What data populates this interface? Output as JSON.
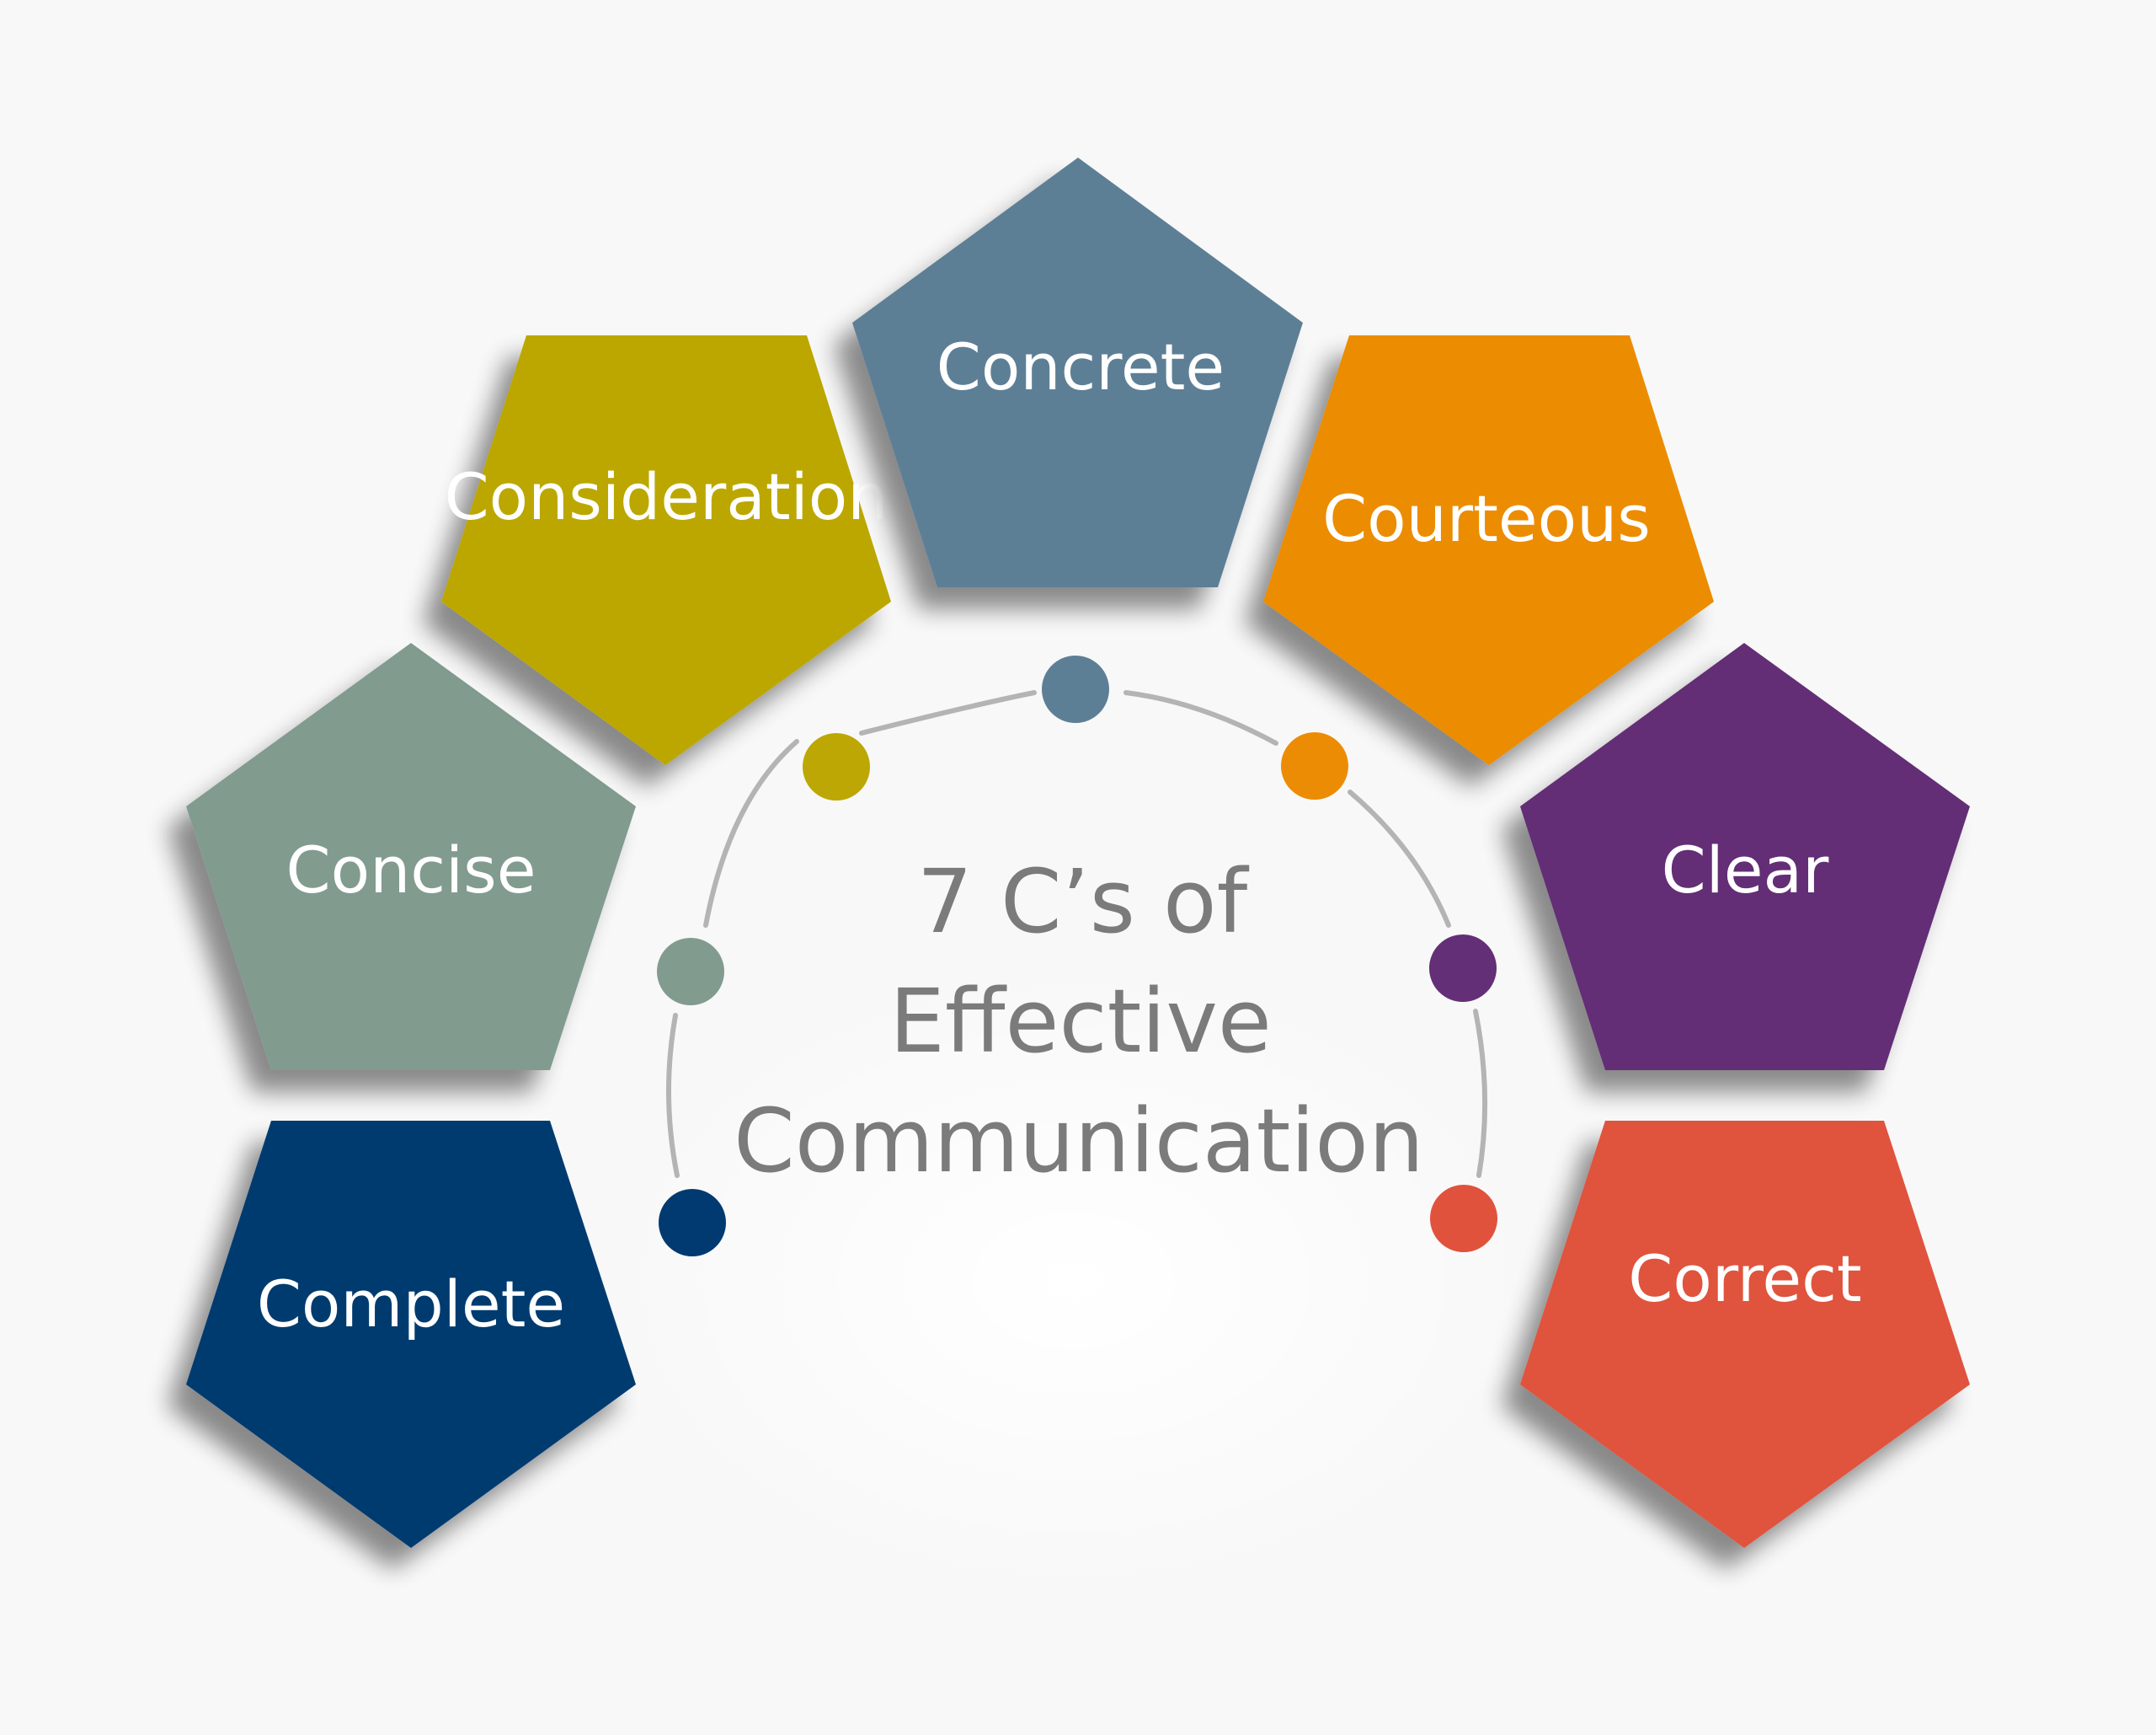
{
  "title": {
    "lines": [
      "7 C’s of",
      "Effective",
      "Communication"
    ],
    "color": "#7b7b7b"
  },
  "items": [
    {
      "label": "Complete",
      "color": "#003a70"
    },
    {
      "label": "Concise",
      "color": "#829b8f"
    },
    {
      "label": "Consideration",
      "color": "#bca704"
    },
    {
      "label": "Concrete",
      "color": "#5d7f96"
    },
    {
      "label": "Courteous",
      "color": "#ec8c05"
    },
    {
      "label": "Clear",
      "color": "#632f76"
    },
    {
      "label": "Correct",
      "color": "#e0523c"
    }
  ],
  "arc_color": "#b4b4b4",
  "background": "#f8f8f8"
}
